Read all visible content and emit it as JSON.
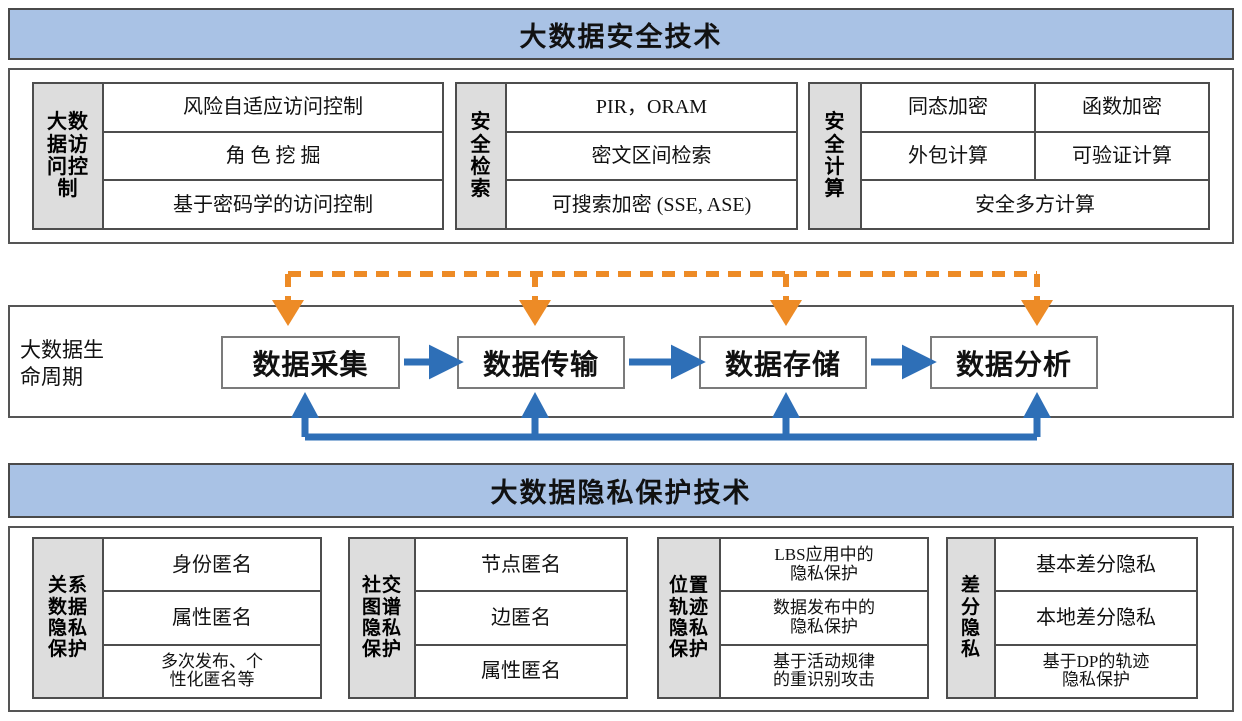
{
  "top_banner": {
    "title": "大数据安全技术"
  },
  "bottom_banner": {
    "title": "大数据隐私保护技术"
  },
  "security_groups": [
    {
      "label": "大数\n据访\n问控\n制",
      "rows": [
        {
          "cells": [
            "风险自适应访问控制"
          ]
        },
        {
          "cells": [
            "角 色 挖 掘"
          ]
        },
        {
          "cells": [
            "基于密码学的访问控制"
          ]
        }
      ]
    },
    {
      "label": "安\n全\n检\n索",
      "rows": [
        {
          "cells": [
            "PIR，ORAM"
          ]
        },
        {
          "cells": [
            "密文区间检索"
          ]
        },
        {
          "cells": [
            "可搜索加密 (SSE, ASE)"
          ]
        }
      ]
    },
    {
      "label": "安\n全\n计\n算",
      "rows": [
        {
          "cells": [
            "同态加密",
            "函数加密"
          ]
        },
        {
          "cells": [
            "外包计算",
            "可验证计算"
          ]
        },
        {
          "cells": [
            "安全多方计算"
          ]
        }
      ]
    }
  ],
  "lifecycle": {
    "label": "大数据生\n命周期",
    "stages": [
      {
        "name": "数据采集"
      },
      {
        "name": "数据传输"
      },
      {
        "name": "数据存储"
      },
      {
        "name": "数据分析"
      }
    ]
  },
  "privacy_groups": [
    {
      "label": "关系\n数据\n隐私\n保护",
      "rows": [
        {
          "cells": [
            "身份匿名"
          ]
        },
        {
          "cells": [
            "属性匿名"
          ]
        },
        {
          "cells": [
            "多次发布、个\n性化匿名等"
          ]
        }
      ]
    },
    {
      "label": "社交\n图谱\n隐私\n保护",
      "rows": [
        {
          "cells": [
            "节点匿名"
          ]
        },
        {
          "cells": [
            "边匿名"
          ]
        },
        {
          "cells": [
            "属性匿名"
          ]
        }
      ]
    },
    {
      "label": "位置\n轨迹\n隐私\n保护",
      "rows": [
        {
          "cells": [
            "LBS应用中的\n隐私保护"
          ]
        },
        {
          "cells": [
            "数据发布中的\n隐私保护"
          ]
        },
        {
          "cells": [
            "基于活动规律\n的重识别攻击"
          ]
        }
      ]
    },
    {
      "label": "差\n分\n隐\n私",
      "rows": [
        {
          "cells": [
            "基本差分隐私"
          ]
        },
        {
          "cells": [
            "本地差分隐私"
          ]
        },
        {
          "cells": [
            "基于DP的轨迹\n隐私保护"
          ]
        }
      ]
    }
  ],
  "colors": {
    "banner_fill": "#A9C2E5",
    "label_fill": "#DDDDDD",
    "arrow_blue": "#2E6FB7",
    "arrow_orange": "#ED8B26",
    "frame_gray": "#555555"
  }
}
